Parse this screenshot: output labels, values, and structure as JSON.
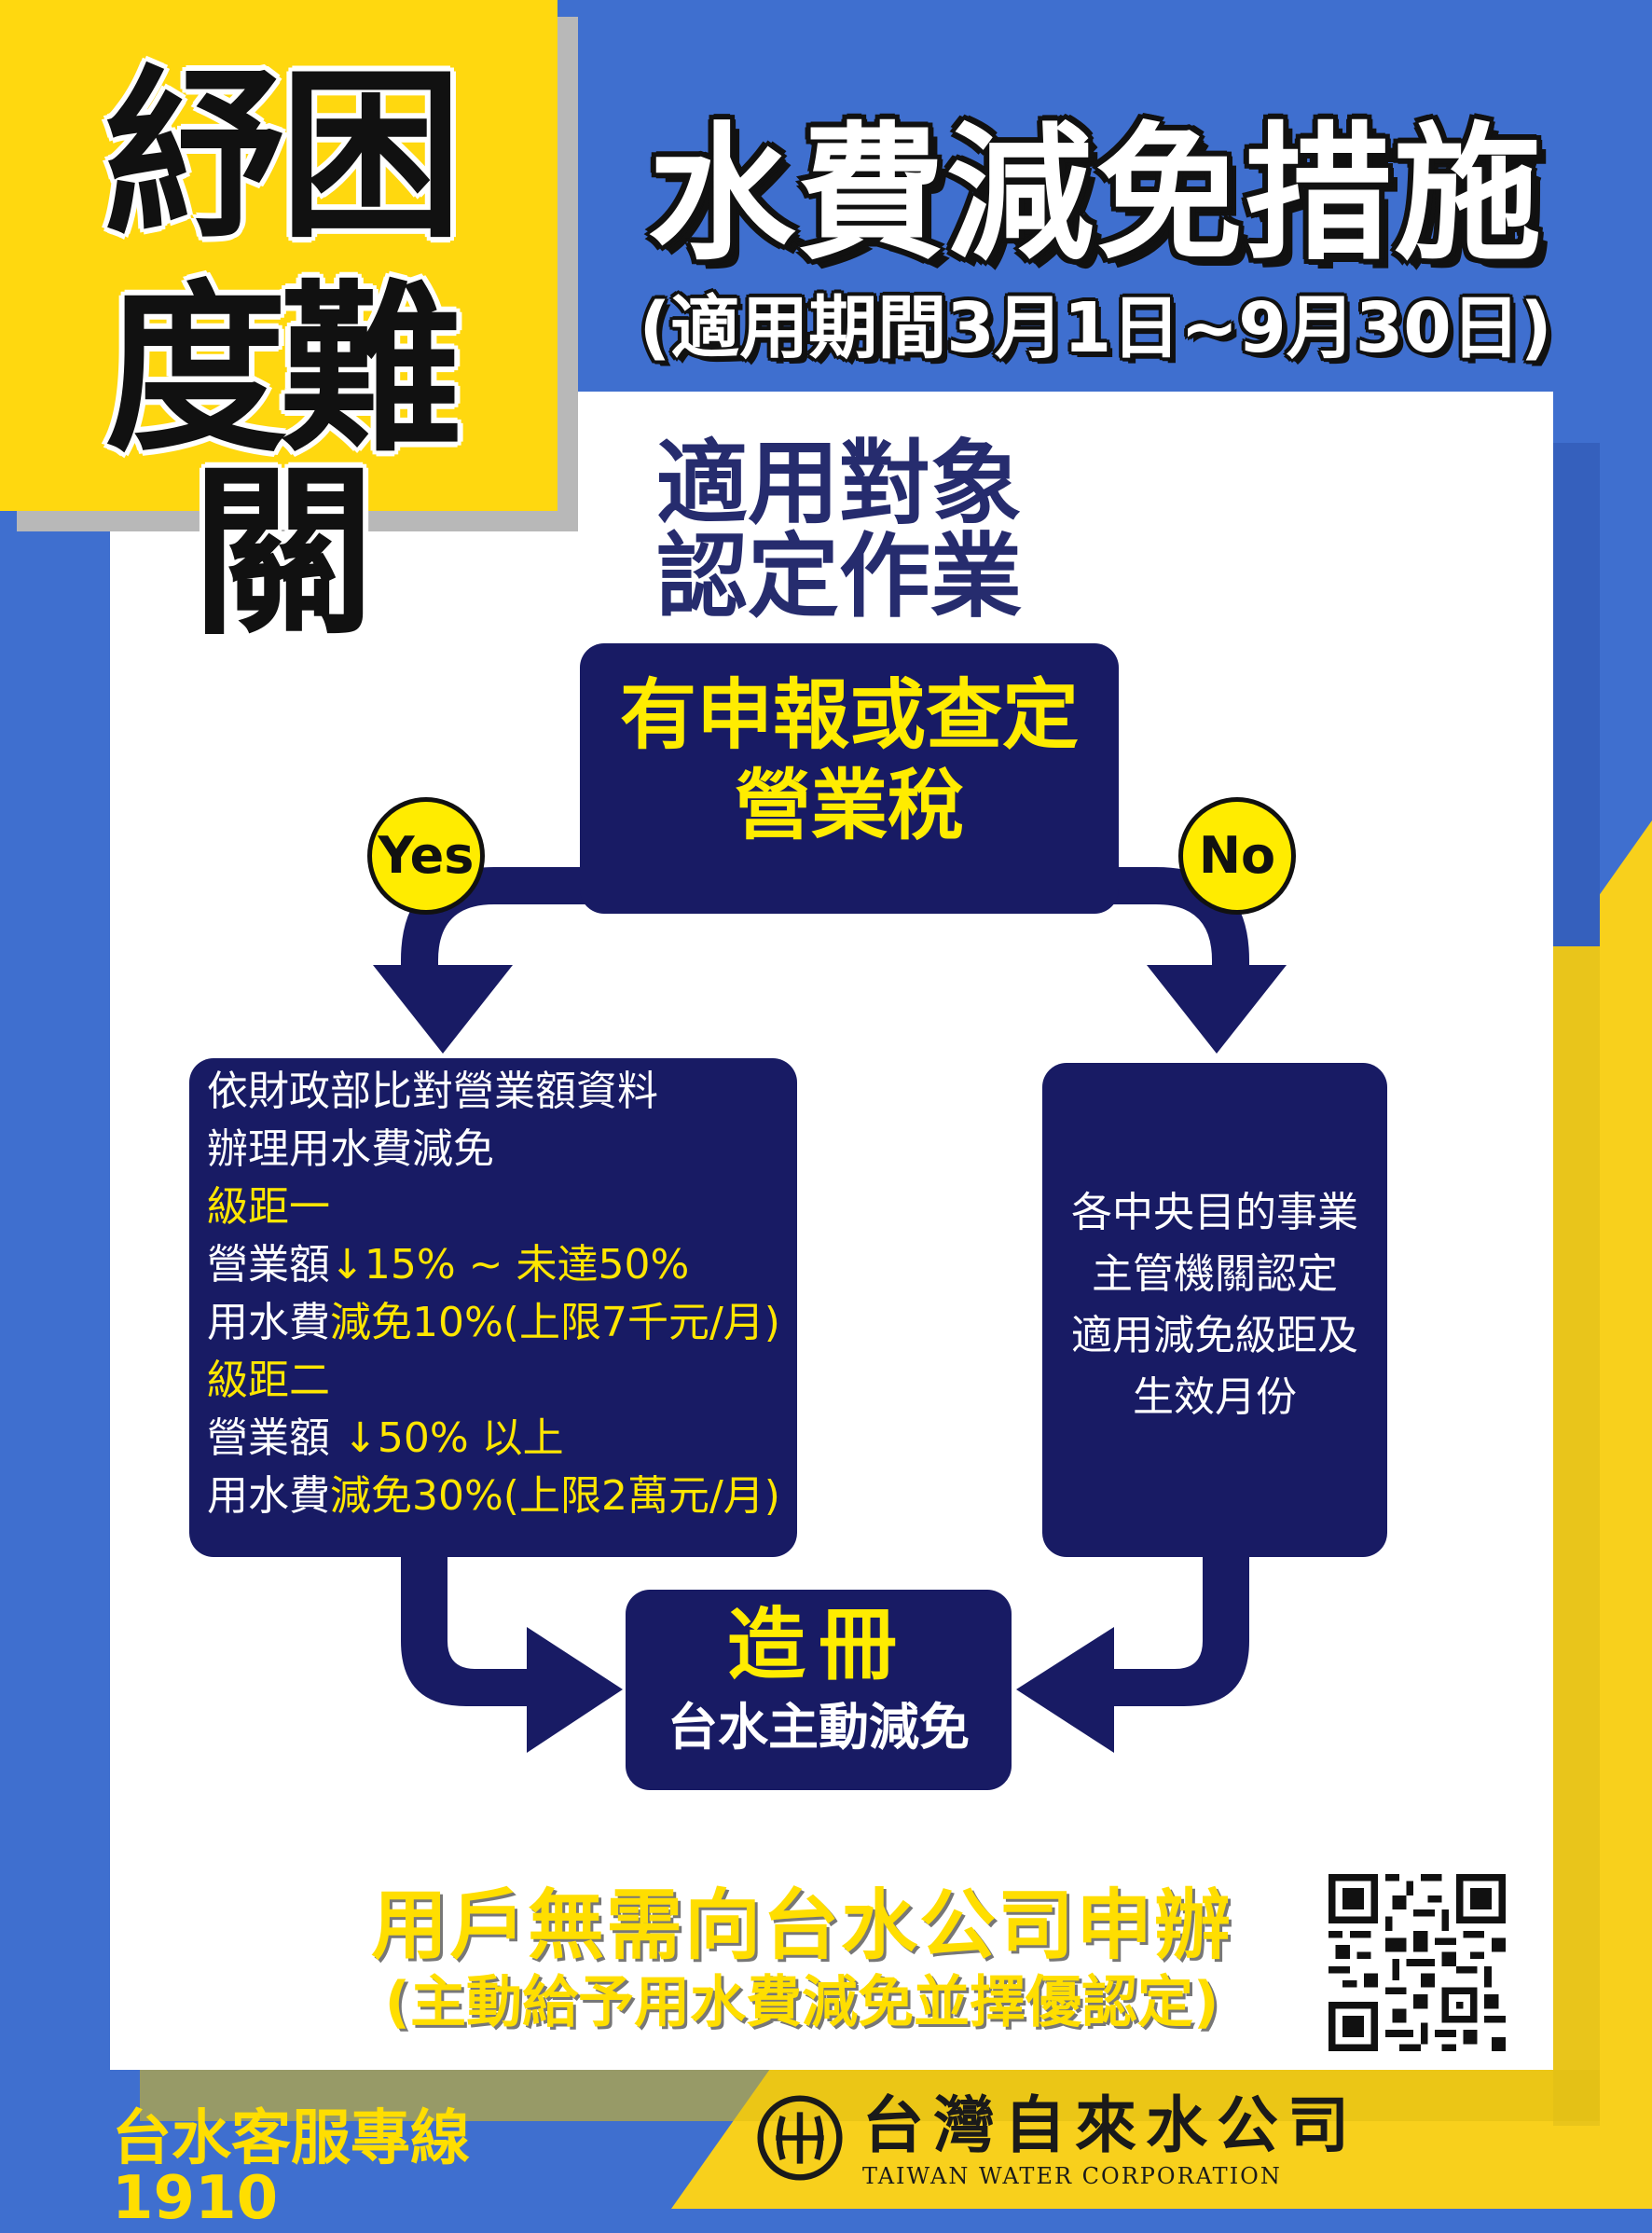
{
  "badge": {
    "line1": "紓困",
    "line2": "度難關"
  },
  "header": {
    "title": "水費減免措施",
    "subtitle": "(適用期間3月1日~9月30日)"
  },
  "section": {
    "title_line1": "適用對象",
    "title_line2": "認定作業"
  },
  "decision": {
    "line1": "有申報或查定",
    "line2": "營業稅"
  },
  "branches": {
    "yes": "Yes",
    "no": "No"
  },
  "left_box": {
    "l1": "依財政部比對營業額資料",
    "l2": "辦理用水費減免",
    "tier1": "級距一",
    "tier1_revenue_prefix": "營業額",
    "tier1_revenue": "↓15% ~ 未達50%",
    "tier1_fee_prefix": "用水費",
    "tier1_fee": "減免10%(上限7千元/月)",
    "tier2": "級距二",
    "tier2_revenue_prefix": "營業額",
    "tier2_revenue": "↓50% 以上",
    "tier2_fee_prefix": "用水費",
    "tier2_fee": "減免30%(上限2萬元/月)"
  },
  "right_box": {
    "l1": "各中央目的事業",
    "l2": "主管機關認定",
    "l3": "適用減免級距及",
    "l4": "生效月份"
  },
  "result_box": {
    "title": "造冊",
    "subtitle": "台水主動減免"
  },
  "footer": {
    "main": "用戶無需向台水公司申辦",
    "sub": "(主動給予用水費減免並擇優認定)",
    "hotline": "台水客服專線1910",
    "company_cn": "台灣自來水公司",
    "company_en": "TAIWAN WATER CORPORATION"
  },
  "colors": {
    "blue": "#3f6fcf",
    "yellow": "#ffd80f",
    "navy": "#181b64",
    "highlight": "#ffec00"
  }
}
